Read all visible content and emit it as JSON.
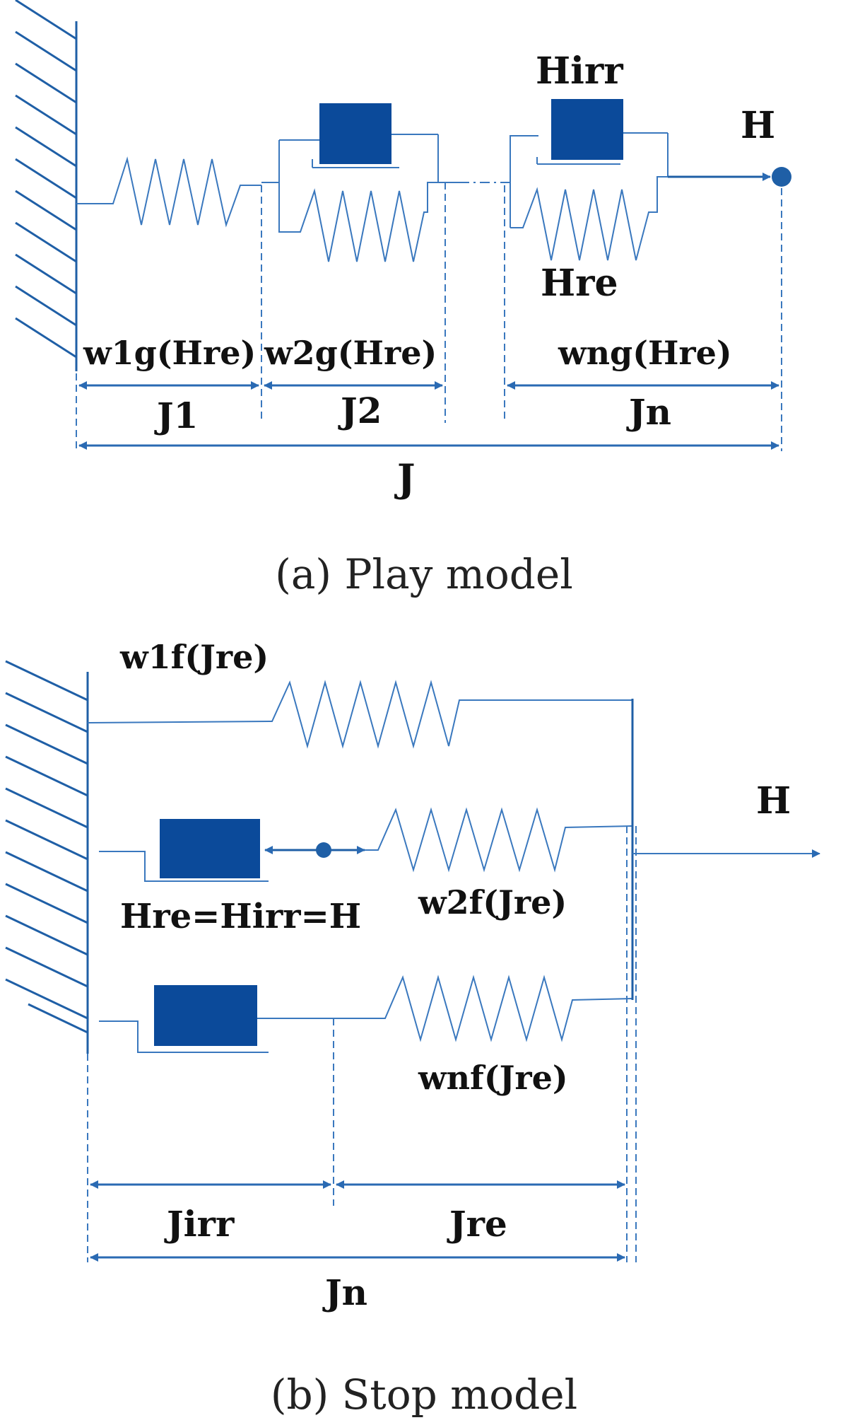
{
  "play_model": {
    "caption": "(a) Play model",
    "labels": {
      "h_irr": "Hirr",
      "h": "H",
      "h_re": "Hre",
      "w1g": "w1g(Hre)",
      "w2g": "w2g(Hre)",
      "wng": "wng(Hre)",
      "j1": "J1",
      "j2": "J2",
      "jn": "Jn",
      "j": "J"
    }
  },
  "stop_model": {
    "caption": "(b) Stop model",
    "labels": {
      "w1f": "w1f(Jre)",
      "h": "H",
      "w2f": "w2f(Jre)",
      "eq": "Hre=Hirr=H",
      "wnf": "wnf(Jre)",
      "j_irr": "Jirr",
      "j_re": "Jre",
      "jn": "Jn"
    }
  },
  "colors": {
    "line": "#1f5fa6",
    "block": "#0b4a9a"
  }
}
